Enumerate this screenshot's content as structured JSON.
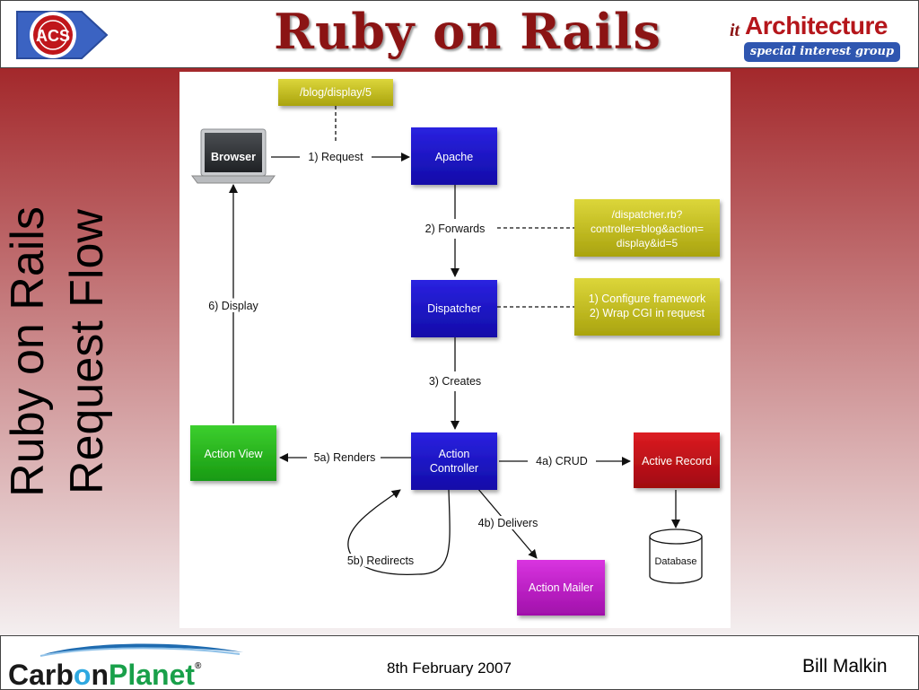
{
  "header": {
    "title": "Ruby on Rails",
    "acs_logo": "ACS",
    "it_prefix": "it",
    "architecture": "Architecture",
    "sig": "special interest group"
  },
  "side_title": {
    "line1": "Ruby on Rails",
    "line2": "Request Flow"
  },
  "diagram": {
    "nodes": {
      "url": "/blog/display/5",
      "browser": "Browser",
      "apache": "Apache",
      "dispatcher_note_1": "/dispatcher.rb?",
      "dispatcher_note_2": "controller=blog&action=",
      "dispatcher_note_3": "display&id=5",
      "dispatcher": "Dispatcher",
      "config_note_1": "1) Configure framework",
      "config_note_2": "2) Wrap CGI in request",
      "action_view": "Action View",
      "action_controller_1": "Action",
      "action_controller_2": "Controller",
      "active_record": "Active Record",
      "database": "Database",
      "action_mailer": "Action Mailer"
    },
    "edges": {
      "request": "1) Request",
      "forwards": "2) Forwards",
      "creates": "3) Creates",
      "crud": "4a) CRUD",
      "delivers": "4b) Delivers",
      "renders": "5a) Renders",
      "redirects": "5b) Redirects",
      "display": "6) Display"
    },
    "colors": {
      "blue": "#1c14cc",
      "yellow": "#c9c21b",
      "green": "#22b21c",
      "red": "#c40d14",
      "magenta": "#c01ccc",
      "laptop": "#3a3d40"
    }
  },
  "footer": {
    "carbon_a": "Carb",
    "carbon_o": "o",
    "carbon_n": "n",
    "planet": "Planet",
    "registered": "®",
    "date": "8th February 2007",
    "author": "Bill Malkin"
  }
}
